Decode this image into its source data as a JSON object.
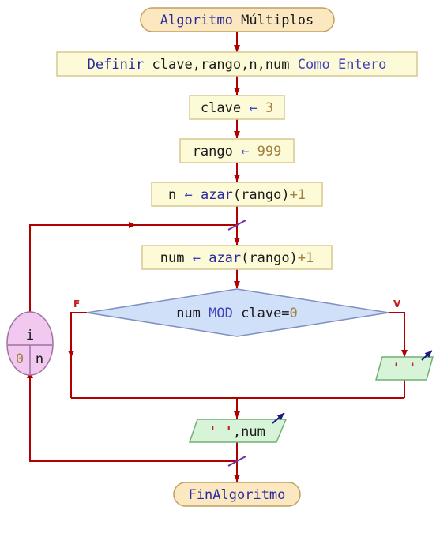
{
  "diagram": {
    "start": {
      "keyword": "Algoritmo",
      "name": "Múltiplos"
    },
    "define": {
      "kw1": "Definir",
      "vars": "clave,rango,n,num",
      "kw2": "Como Entero"
    },
    "assign1": {
      "var": "clave",
      "arrow": "←",
      "value": "3"
    },
    "assign2": {
      "var": "rango",
      "arrow": "←",
      "value": "999"
    },
    "assign3": {
      "var": "n",
      "arrow": "←",
      "func": "azar",
      "arg": "(rango)",
      "suffix": "+1"
    },
    "assign4": {
      "var": "num",
      "arrow": "←",
      "func": "azar",
      "arg": "(rango)",
      "suffix": "+1"
    },
    "decision": {
      "left": "num",
      "op": "MOD",
      "right": "clave=",
      "value": "0",
      "false_label": "F",
      "true_label": "V"
    },
    "output_true": {
      "text": "' '"
    },
    "output_main": {
      "str": "' '",
      "rest": ",num"
    },
    "loop": {
      "var": "i",
      "start": "0",
      "end": "n"
    },
    "end": {
      "label": "FinAlgoritmo"
    }
  },
  "colors": {
    "line": "#b00000",
    "box_fill": "#fdfad8",
    "box_stroke": "#d8c890",
    "decision_fill": "#cfe0f8",
    "decision_stroke": "#8090c0",
    "io_fill": "#d8f4d8",
    "io_stroke": "#70b070",
    "loop_fill": "#f0c8f0",
    "loop_stroke": "#a070a0",
    "terminal_fill": "#fbe8c0",
    "terminal_stroke": "#c0a060",
    "accent": "#1a1a80"
  }
}
